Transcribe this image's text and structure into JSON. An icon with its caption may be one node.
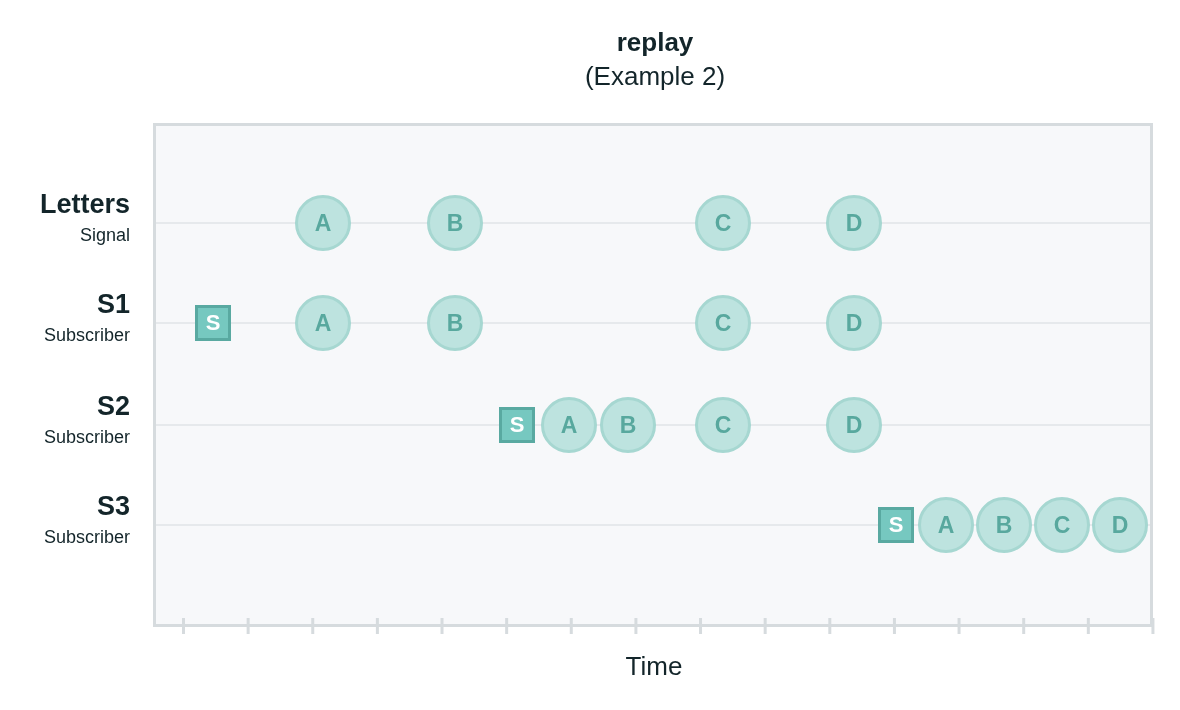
{
  "diagram": {
    "title": "replay",
    "nodes": [
      {
        "text": [
          "A"
        ]
      },
      {
        "text": [
          "B"
        ]
      },
      {
        "text": [
          "C"
        ]
      },
      {
        "text": [
          "D"
        ]
      },
      {
        "text": [
          "S"
        ]
      },
      {
        "text": [
          "A"
        ]
      },
      {
        "text": [
          "B"
        ]
      },
      {
        "text": [
          "C"
        ]
      },
      {
        "text": [
          "D"
        ]
      },
      {
        "text": [
          "S"
        ]
      },
      {
        "text": [
          "A"
        ]
      },
      {
        "text": [
          "B"
        ]
      },
      {
        "text": [
          "C"
        ]
      },
      {
        "text": [
          "D"
        ]
      },
      {
        "text": [
          "S"
        ]
      },
      {
        "text": [
          "A"
        ]
      },
      {
        "text": [
          "B"
        ]
      },
      {
        "text": [
          "C"
        ]
      },
      {
        "text": [
          "D"
        ]
      }
    ],
    "labels": [
      "(Example 2)",
      "Letters",
      "Signal",
      "S1",
      "Subscriber",
      "S2",
      "Subscriber",
      "S3",
      "Subscriber",
      "Time"
    ]
  }
}
